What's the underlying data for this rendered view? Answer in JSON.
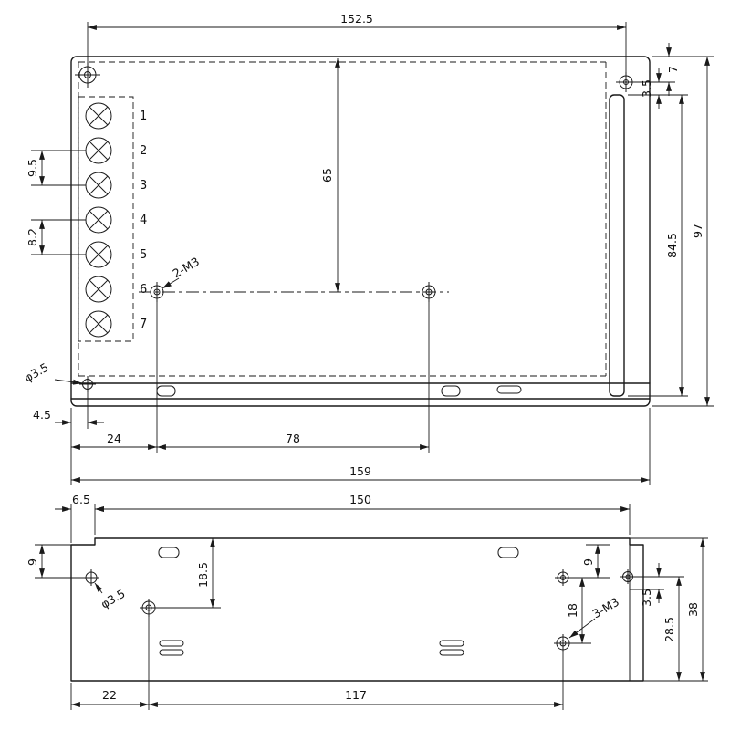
{
  "page": {
    "background": "#ffffff",
    "line_color": "#1a1a1a"
  },
  "top_view": {
    "terminals": [
      "1",
      "2",
      "3",
      "4",
      "5",
      "6",
      "7"
    ],
    "labels": {
      "thread_holes": "2-M3",
      "hole_dia": "φ3.5"
    },
    "dims": {
      "hole_span_x": "152.5",
      "edge_to_hole": "7",
      "hole_offset": "3.5",
      "overall_height": "97",
      "flange_height": "84.5",
      "top_to_centerline": "65",
      "terminal_pitch_a": "9.5",
      "terminal_pitch_b": "8.2",
      "edge_to_hole_x": "4.5",
      "edge_to_m3": "24",
      "m3_span": "78",
      "overall_width": "159"
    }
  },
  "side_view": {
    "labels": {
      "thread_holes": "3-M3",
      "hole_dia": "φ3.5"
    },
    "dims": {
      "lid_offset": "6.5",
      "lid_length": "150",
      "top_to_hole_left": "9",
      "top_to_m3": "18.5",
      "m3_pitch": "18",
      "top_to_hole_right": "9",
      "hole_offset": "3.5",
      "hole_to_bottom": "28.5",
      "overall_height": "38",
      "edge_to_m3": "22",
      "m3_span": "117"
    }
  }
}
